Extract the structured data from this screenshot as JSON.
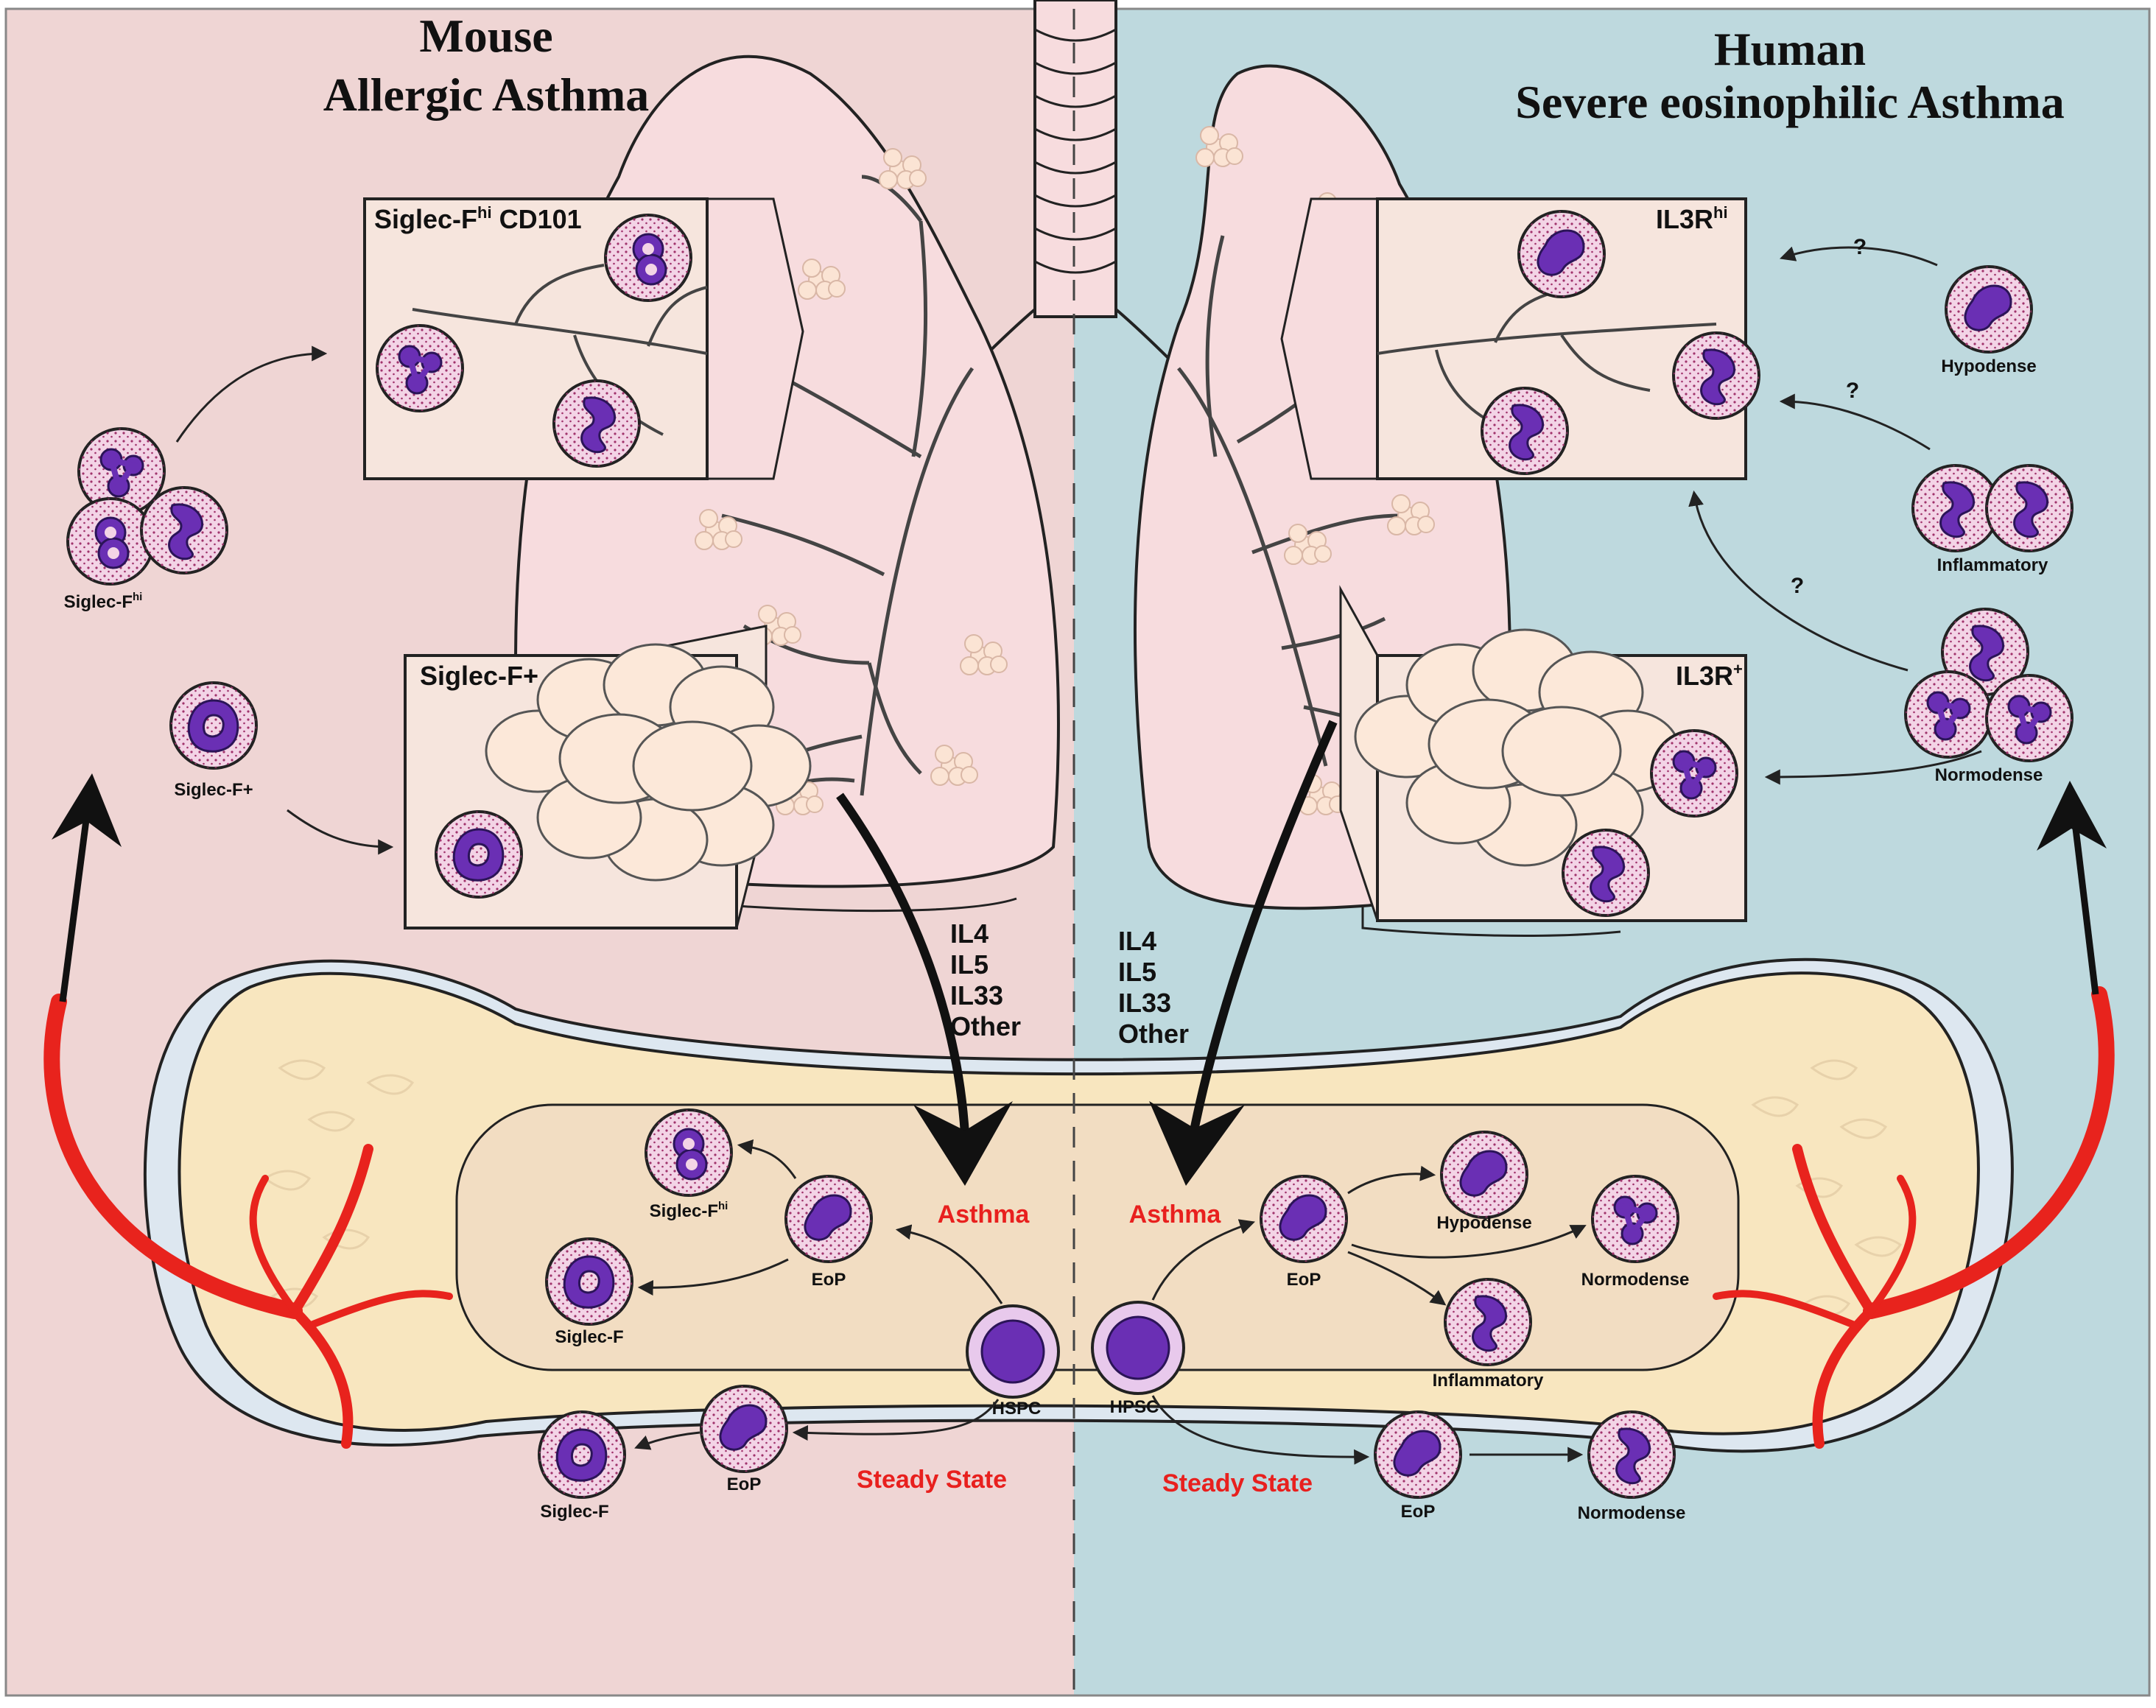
{
  "mouse": {
    "title_line1": "Mouse",
    "title_line2": "Allergic Asthma",
    "box_top_label": "Siglec-F",
    "box_top_sup": "hi",
    "box_top_suffix": " CD101",
    "box_bottom_label": "Siglec-F+",
    "side_cluster_label": "Siglec-F",
    "side_cluster_sup": "hi",
    "side_single_label": "Siglec-F+",
    "bm": {
      "asthma": "Asthma",
      "steady": "Steady State",
      "hspc": "HSPC",
      "eop1": "EoP",
      "eop2": "EoP",
      "siglec_hi": "Siglec-F",
      "siglec_hi_sup": "hi",
      "siglec_f1": "Siglec-F",
      "siglec_f2": "Siglec-F"
    }
  },
  "human": {
    "title_line1": "Human",
    "title_line2": "Severe eosinophilic Asthma",
    "box_top_label": "IL3R",
    "box_top_sup": "hi",
    "box_bottom_label": "IL3R",
    "box_bottom_sup": "+",
    "side_hypodense": "Hypodense",
    "side_inflammatory": "Inflammatory",
    "side_normodense": "Normodense",
    "q1": "?",
    "q2": "?",
    "q3": "?",
    "bm": {
      "asthma": "Asthma",
      "steady": "Steady State",
      "hpsc": "HPSC",
      "eop1": "EoP",
      "eop2": "EoP",
      "hypodense": "Hypodense",
      "normodense1": "Normodense",
      "inflammatory": "Inflammatory",
      "normodense2": "Normodense"
    }
  },
  "cytokines_left": [
    "IL4",
    "IL5",
    "IL33",
    "Other"
  ],
  "cytokines_right": [
    "IL4",
    "IL5",
    "IL33",
    "Other"
  ],
  "colors": {
    "mouse_bg": "#efd5d4",
    "human_bg": "#bed9de",
    "lung": "#f7dcde",
    "bone": "#f8e6bf",
    "marrow": "#f2ddc2",
    "periosteum": "#dde7f0",
    "vessel": "#e8231d",
    "nucleus": "#6a2fb4",
    "cell": "#f3d4e6",
    "accent_red": "#e8201e"
  }
}
